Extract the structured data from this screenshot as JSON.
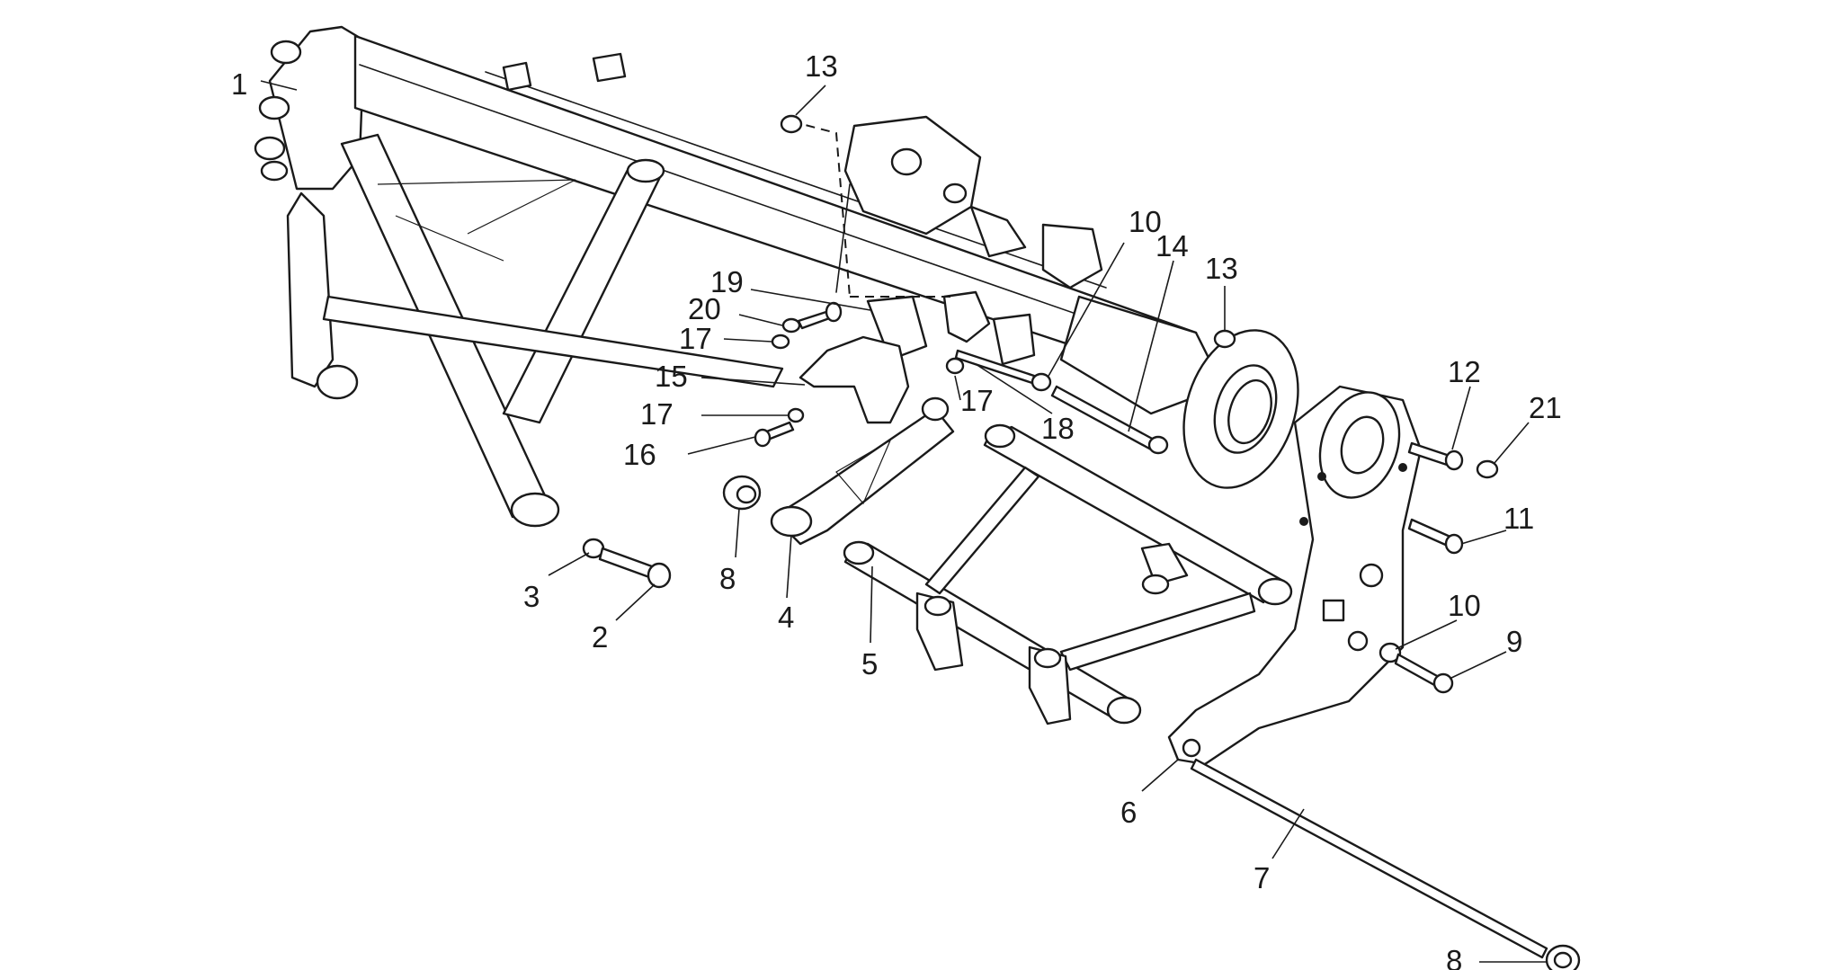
{
  "diagram": {
    "colors": {
      "line": "#1a1a1a",
      "background": "#ffffff"
    },
    "callouts": [
      {
        "id": "c1",
        "text": "1"
      },
      {
        "id": "c2",
        "text": "2"
      },
      {
        "id": "c3",
        "text": "3"
      },
      {
        "id": "c4",
        "text": "4"
      },
      {
        "id": "c5",
        "text": "5"
      },
      {
        "id": "c6",
        "text": "6"
      },
      {
        "id": "c7",
        "text": "7"
      },
      {
        "id": "c8a",
        "text": "8"
      },
      {
        "id": "c8b",
        "text": "8"
      },
      {
        "id": "c9",
        "text": "9"
      },
      {
        "id": "c10a",
        "text": "10"
      },
      {
        "id": "c10b",
        "text": "10"
      },
      {
        "id": "c11",
        "text": "11"
      },
      {
        "id": "c12",
        "text": "12"
      },
      {
        "id": "c13a",
        "text": "13"
      },
      {
        "id": "c13b",
        "text": "13"
      },
      {
        "id": "c14",
        "text": "14"
      },
      {
        "id": "c15",
        "text": "15"
      },
      {
        "id": "c16",
        "text": "16"
      },
      {
        "id": "c17a",
        "text": "17"
      },
      {
        "id": "c17b",
        "text": "17"
      },
      {
        "id": "c17c",
        "text": "17"
      },
      {
        "id": "c18",
        "text": "18"
      },
      {
        "id": "c19",
        "text": "19"
      },
      {
        "id": "c20",
        "text": "20"
      },
      {
        "id": "c21",
        "text": "21"
      }
    ]
  }
}
